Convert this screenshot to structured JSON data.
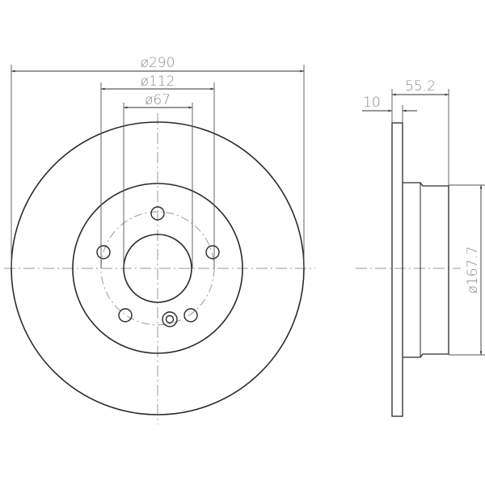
{
  "drawing": {
    "subject": "Brake disc technical drawing",
    "front_view": {
      "dimensions": {
        "outer_diameter": "ø290",
        "hub_diameter": "ø112",
        "bore_diameter": "ø67"
      },
      "bolt_holes": 5,
      "locating_hole": 1
    },
    "side_view": {
      "dimensions": {
        "thickness": "10",
        "overall_height": "55.2",
        "hat_diameter": "ø167.7"
      }
    },
    "colors": {
      "line": "#2a2a2a",
      "dimension": "#8a8a8a",
      "center_line": "#9a9a9a",
      "background": "#ffffff"
    }
  }
}
